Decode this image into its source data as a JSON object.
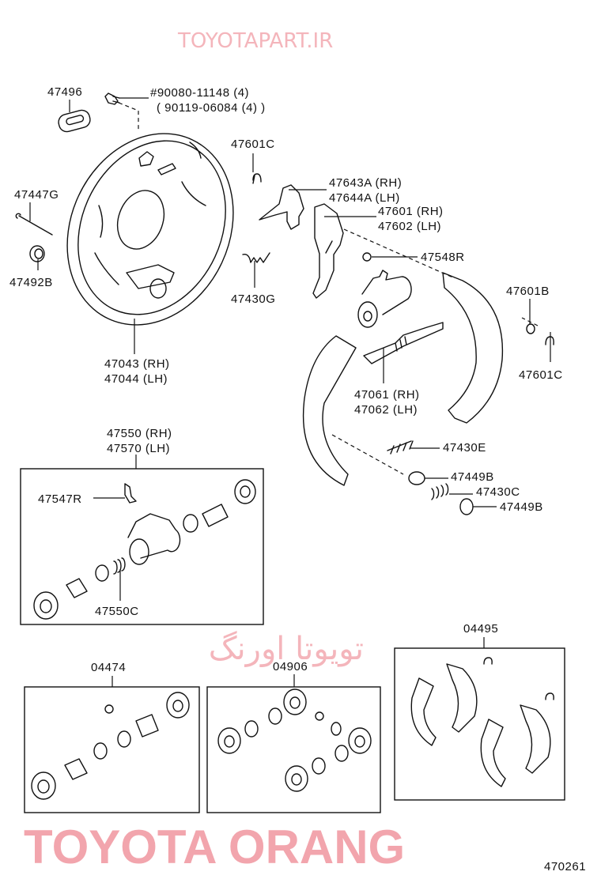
{
  "diagram": {
    "diagram_number": "470261",
    "labels": {
      "p47496": "47496",
      "bolt_a": "#90080-11148 (4)",
      "bolt_b": "( 90119-06084 (4) )",
      "p47601c_top": "47601C",
      "p47643a": "47643A (RH)",
      "p47644a": "47644A (LH)",
      "p47447g": "47447G",
      "p47601": "47601 (RH)",
      "p47602": "47602 (LH)",
      "p47548r": "47548R",
      "p47492b": "47492B",
      "p47430g": "47430G",
      "p47601b": "47601B",
      "p47043": "47043 (RH)",
      "p47044": "47044 (LH)",
      "p47601c_bottom": "47601C",
      "p47061": "47061 (RH)",
      "p47062": "47062 (LH)",
      "p47550": "47550 (RH)",
      "p47570": "47570 (LH)",
      "p47430e": "47430E",
      "p47449b_a": "47449B",
      "p47547r": "47547R",
      "p47430c": "47430C",
      "p47449b_b": "47449B",
      "p47550c": "47550C",
      "kit04495": "04495",
      "kit04474": "04474",
      "kit04906": "04906"
    }
  },
  "watermark": {
    "brand": "TOYOTA ORANG",
    "persian": "تویوتا اورنگ",
    "site": "TOYOTAPART.IR"
  }
}
